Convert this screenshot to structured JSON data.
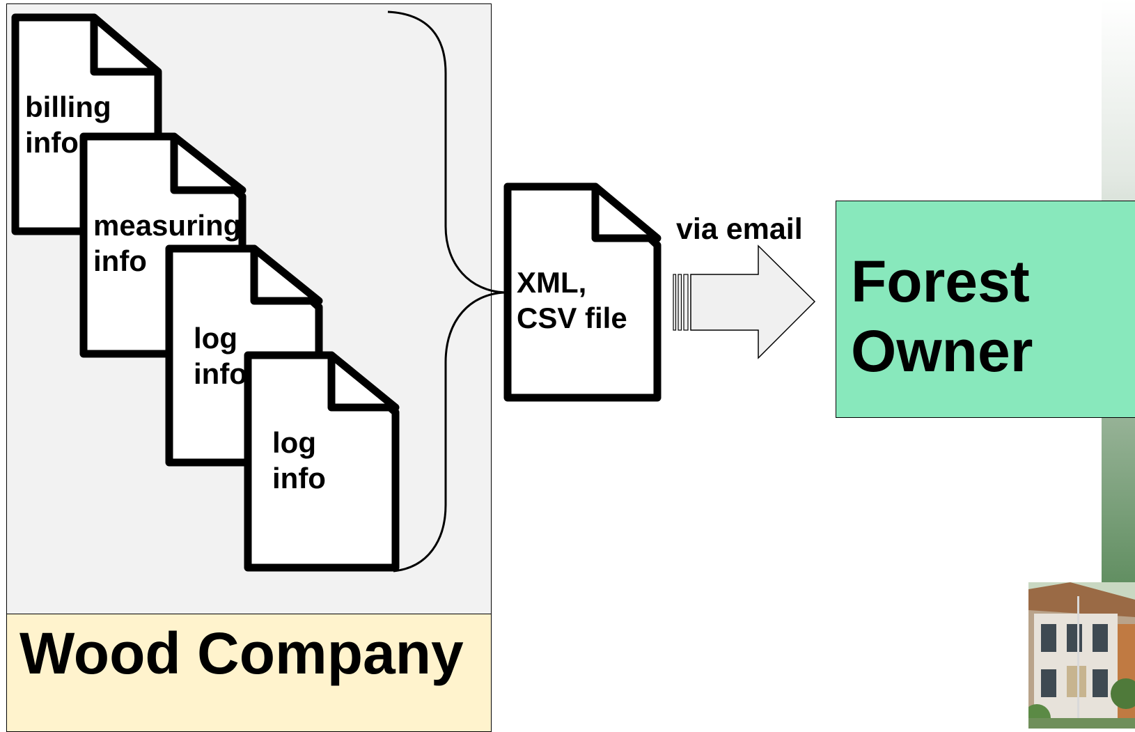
{
  "company": {
    "label": "Wood Company",
    "documents": [
      {
        "line1": "billing",
        "line2": "info"
      },
      {
        "line1": "measuring",
        "line2": "info"
      },
      {
        "line1": "log",
        "line2": "info"
      },
      {
        "line1": "log",
        "line2": "info"
      }
    ]
  },
  "export_file": {
    "line1": "XML,",
    "line2": "CSV file"
  },
  "transfer": {
    "label": "via email"
  },
  "owner": {
    "line1": "Forest",
    "line2": "Owner"
  },
  "colors": {
    "company_area": "#f2f2f2",
    "company_label_bg": "#fff3cd",
    "owner_bg": "#88e8bc",
    "arrow_fill": "#f0f0f0"
  }
}
